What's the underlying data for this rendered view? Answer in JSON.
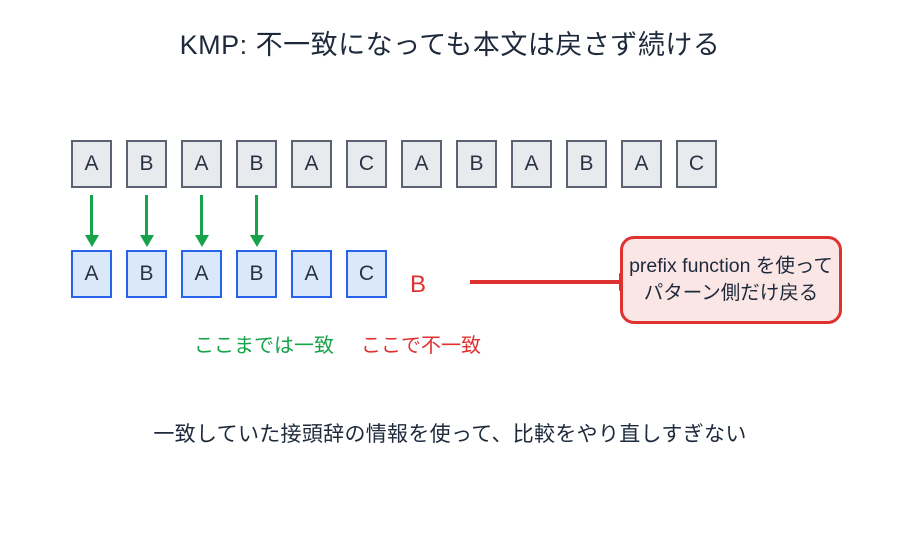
{
  "title": "KMP: 不一致になっても本文は戻さず続ける",
  "text_row": {
    "cells": [
      "A",
      "B",
      "A",
      "B",
      "A",
      "C",
      "A",
      "B",
      "A",
      "B",
      "A",
      "C"
    ]
  },
  "pattern_row": {
    "cells": [
      "A",
      "B",
      "A",
      "B",
      "A",
      "C"
    ]
  },
  "mismatch_char": "B",
  "arrows": {
    "down_count": 4,
    "down_meaning": "matched-positions"
  },
  "labels": {
    "matched": "ここまでは一致",
    "mismatch": "ここで不一致"
  },
  "callout": {
    "line1": "prefix function を使って",
    "line2": "パターン側だけ戻る"
  },
  "footer": "一致していた接頭辞の情報を使って、比較をやり直しすぎない",
  "colors": {
    "text_dark": "#1e2a3b",
    "green": "#17a34a",
    "red": "#e03131",
    "gray_box_fill": "#e9eaee",
    "gray_box_border": "#5b6372",
    "blue_box_fill": "#dbe8fc",
    "blue_box_border": "#2563eb",
    "callout_fill": "#fbe6e6"
  }
}
